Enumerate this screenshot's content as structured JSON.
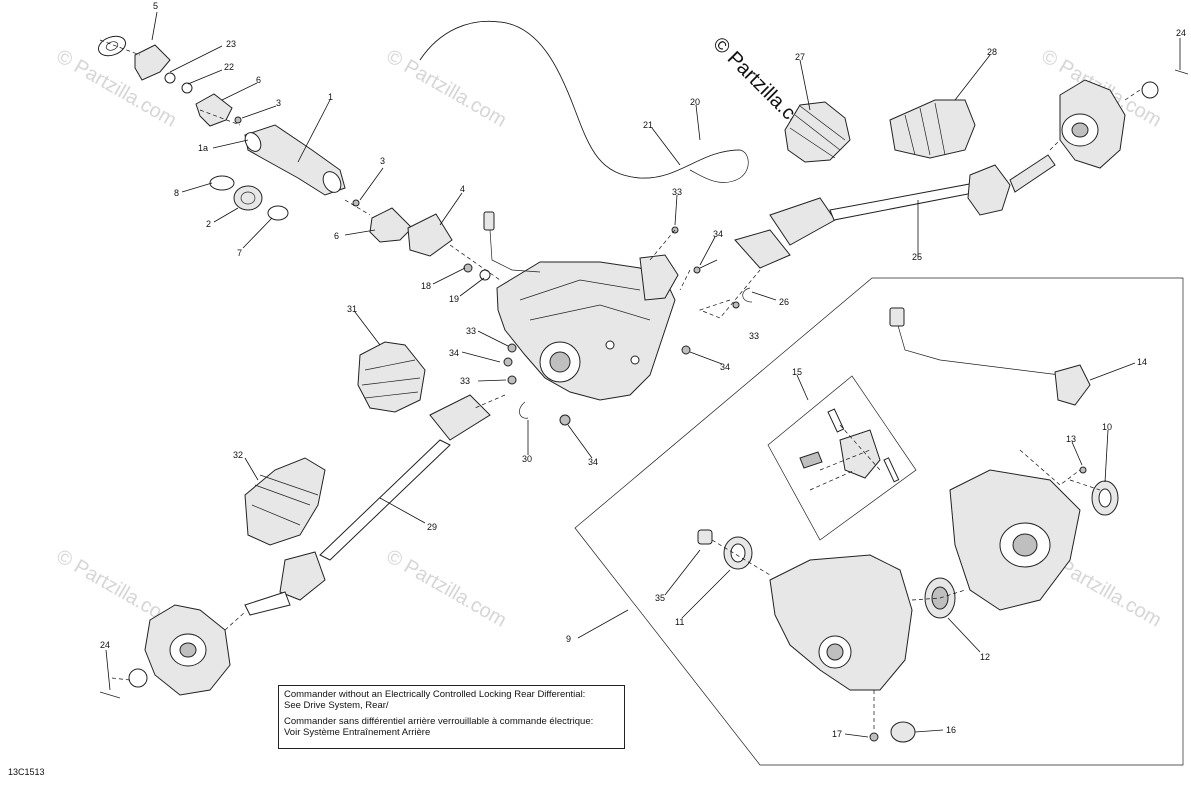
{
  "diagram": {
    "code": "13C1513",
    "brand": "© Partzilla.com",
    "watermark": "© Partzilla.com",
    "callouts": {
      "c5": "5",
      "c23": "23",
      "c22": "22",
      "c6": "6",
      "c3a": "3",
      "c1": "1",
      "c1a": "1a",
      "c8": "8",
      "c2": "2",
      "c7": "7",
      "c3b": "3",
      "c4": "4",
      "c6b": "6",
      "c18": "18",
      "c19": "19",
      "c21": "21",
      "c20": "20",
      "c33a": "33",
      "c34a": "34",
      "c33b": "33",
      "c26": "26",
      "c25": "25",
      "c27": "27",
      "c28": "28",
      "c24a": "24",
      "c31": "31",
      "c33c": "33",
      "c34b": "34",
      "c33d": "33",
      "c34c": "34",
      "c30": "30",
      "c34d": "34",
      "c32": "32",
      "c29": "29",
      "c24b": "24",
      "c14": "14",
      "c15": "15",
      "c13": "13",
      "c10": "10",
      "c35": "35",
      "c11": "11",
      "c9": "9",
      "c12": "12",
      "c17": "17",
      "c16": "16"
    },
    "note": {
      "line1": "Commander without an Electrically Controlled Locking Rear Differential:",
      "line2": "See Drive System, Rear/",
      "line3": "Commander sans différentiel arrière verrouillable à commande électrique:",
      "line4": "Voir Système Entraînement Arrière"
    }
  }
}
